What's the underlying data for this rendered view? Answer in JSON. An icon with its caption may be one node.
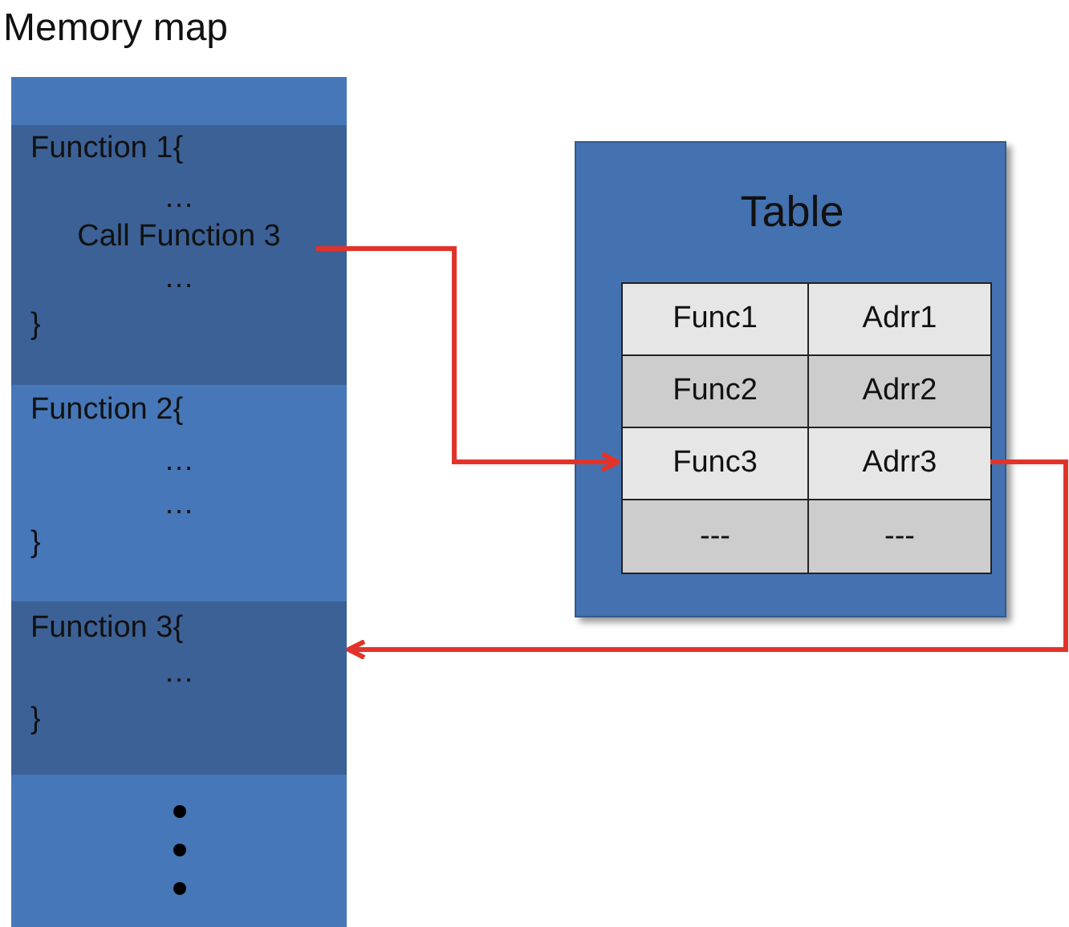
{
  "diagram": {
    "nodes": [
      {
        "text": [
          "Memory map"
        ]
      },
      {
        "text": [],
        "shape": "box",
        "in": 0
      },
      {
        "text": [
          "Function 1{",
          "…",
          "Call Function 3",
          "…",
          "}"
        ],
        "in": 0
      },
      {
        "text": [
          "Function 2{",
          "…",
          "…",
          "}"
        ],
        "in": 0
      },
      {
        "text": [
          "Function 3{",
          "…",
          "}"
        ],
        "in": 0
      },
      {
        "text": [],
        "shape": "box",
        "in": 0
      },
      {
        "text": [
          "Table"
        ]
      },
      {
        "text": [
          "Func1"
        ],
        "in": 6
      },
      {
        "text": [
          "Adrr1"
        ],
        "in": 6
      },
      {
        "text": [
          "Func2"
        ],
        "in": 6
      },
      {
        "text": [
          "Adrr2"
        ],
        "in": 6
      },
      {
        "text": [
          "Func3"
        ],
        "in": 6
      },
      {
        "text": [
          "Adrr3"
        ],
        "in": 6
      },
      {
        "text": [
          "---"
        ],
        "in": 6
      },
      {
        "text": [
          "---"
        ],
        "in": 6
      }
    ],
    "edges": [
      {
        "from": 2,
        "to": 11,
        "arrow": "to"
      },
      {
        "from": 12,
        "to": 4,
        "arrow": "to"
      }
    ]
  }
}
